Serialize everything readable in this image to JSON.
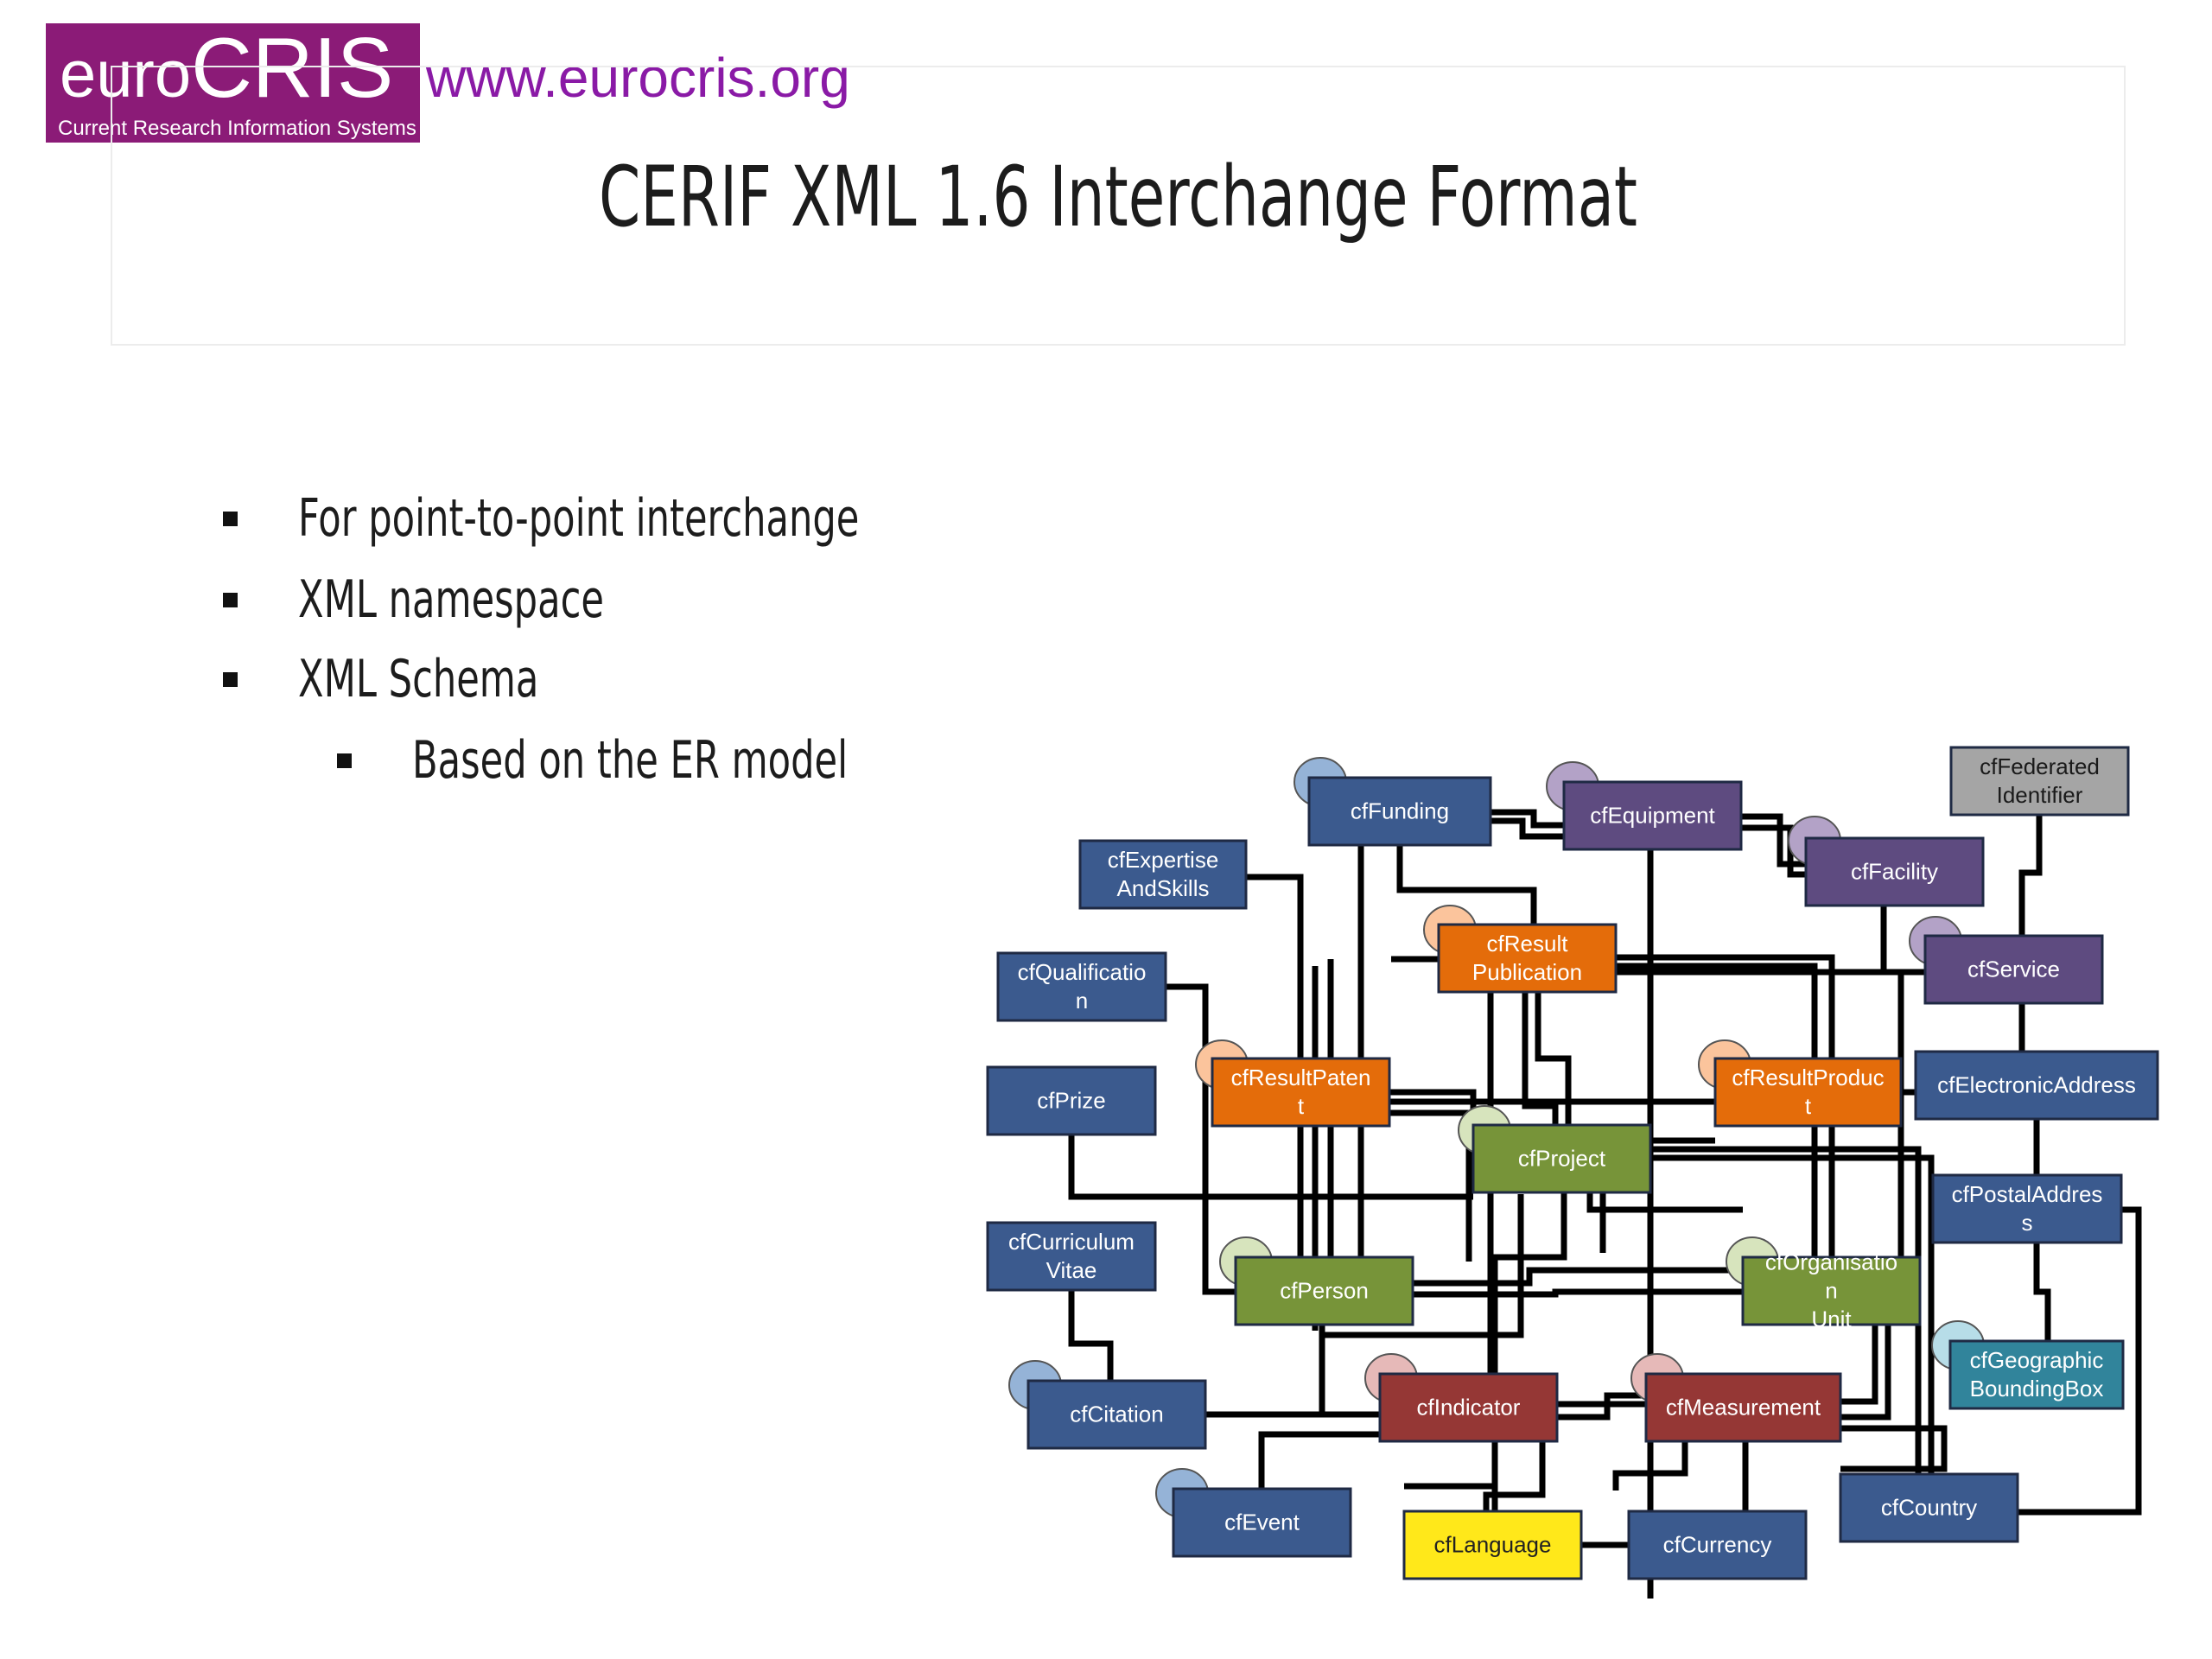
{
  "header": {
    "logo_euro": "euro",
    "logo_cris": "CRIS",
    "logo_tagline": "Current Research Information Systems",
    "url": "www.eurocris.org"
  },
  "slide": {
    "title": "CERIF XML 1.6 Interchange Format",
    "bullets": [
      {
        "text": "For point-to-point interchange",
        "level": 1
      },
      {
        "text": "XML namespace",
        "level": 1
      },
      {
        "text": "XML Schema",
        "level": 1
      },
      {
        "text": "Based on the ER model",
        "level": 2
      }
    ]
  },
  "diagram": {
    "colors": {
      "blue": "#3b5a8e",
      "purple": "#5e4b80",
      "orange": "#e46c0a",
      "green": "#779439",
      "red": "#953735",
      "yellow": "#ffe81a",
      "teal": "#31849b",
      "gray": "#a5a5a5",
      "connector": "#000000"
    },
    "entities": [
      {
        "id": "funding",
        "label": "cfFunding",
        "color": "blue"
      },
      {
        "id": "equipment",
        "label": "cfEquipment",
        "color": "purple"
      },
      {
        "id": "federated",
        "label": "cfFederated Identifier",
        "color": "gray"
      },
      {
        "id": "expertise",
        "label": "cfExpertise AndSkills",
        "color": "blue"
      },
      {
        "id": "facility",
        "label": "cfFacility",
        "color": "purple"
      },
      {
        "id": "respub",
        "label": "cfResult Publication",
        "color": "orange"
      },
      {
        "id": "qualification",
        "label": "cfQualificatio n",
        "color": "blue"
      },
      {
        "id": "service",
        "label": "cfService",
        "color": "purple"
      },
      {
        "id": "prize",
        "label": "cfPrize",
        "color": "blue"
      },
      {
        "id": "respatent",
        "label": "cfResultPaten t",
        "color": "orange"
      },
      {
        "id": "resproduct",
        "label": "cfResultProduc t",
        "color": "orange"
      },
      {
        "id": "eaddress",
        "label": "cfElectronicAddress",
        "color": "blue"
      },
      {
        "id": "project",
        "label": "cfProject",
        "color": "green"
      },
      {
        "id": "paddress",
        "label": "cfPostalAddres s",
        "color": "blue"
      },
      {
        "id": "cv",
        "label": "cfCurriculum Vitae",
        "color": "blue"
      },
      {
        "id": "person",
        "label": "cfPerson",
        "color": "green"
      },
      {
        "id": "orgunit",
        "label": "cfOrganisatio n Unit",
        "color": "green"
      },
      {
        "id": "geobox",
        "label": "cfGeographic BoundingBox",
        "color": "teal"
      },
      {
        "id": "citation",
        "label": "cfCitation",
        "color": "blue"
      },
      {
        "id": "indicator",
        "label": "cfIndicator",
        "color": "red"
      },
      {
        "id": "measurement",
        "label": "cfMeasurement",
        "color": "red"
      },
      {
        "id": "country",
        "label": "cfCountry",
        "color": "blue"
      },
      {
        "id": "event",
        "label": "cfEvent",
        "color": "blue"
      },
      {
        "id": "language",
        "label": "cfLanguage",
        "color": "yellow"
      },
      {
        "id": "currency",
        "label": "cfCurrency",
        "color": "blue"
      }
    ]
  }
}
